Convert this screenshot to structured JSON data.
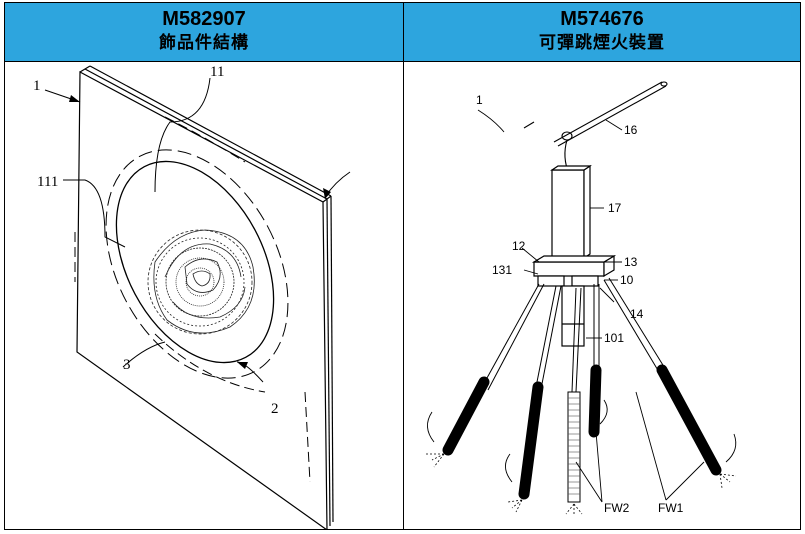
{
  "left_patent": {
    "number": "M582907",
    "title": "飾品件結構",
    "labels": {
      "l1": "1",
      "l11": "11",
      "l111": "111",
      "l3": "3",
      "l2": "2"
    }
  },
  "right_patent": {
    "number": "M574676",
    "title": "可彈跳煙火裝置",
    "labels": {
      "l1": "1",
      "l16": "16",
      "l17": "17",
      "l12": "12",
      "l13": "13",
      "l131": "131",
      "l10": "10",
      "l14": "14",
      "l101": "101",
      "lfw2": "FW2",
      "lfw1": "FW1"
    }
  }
}
